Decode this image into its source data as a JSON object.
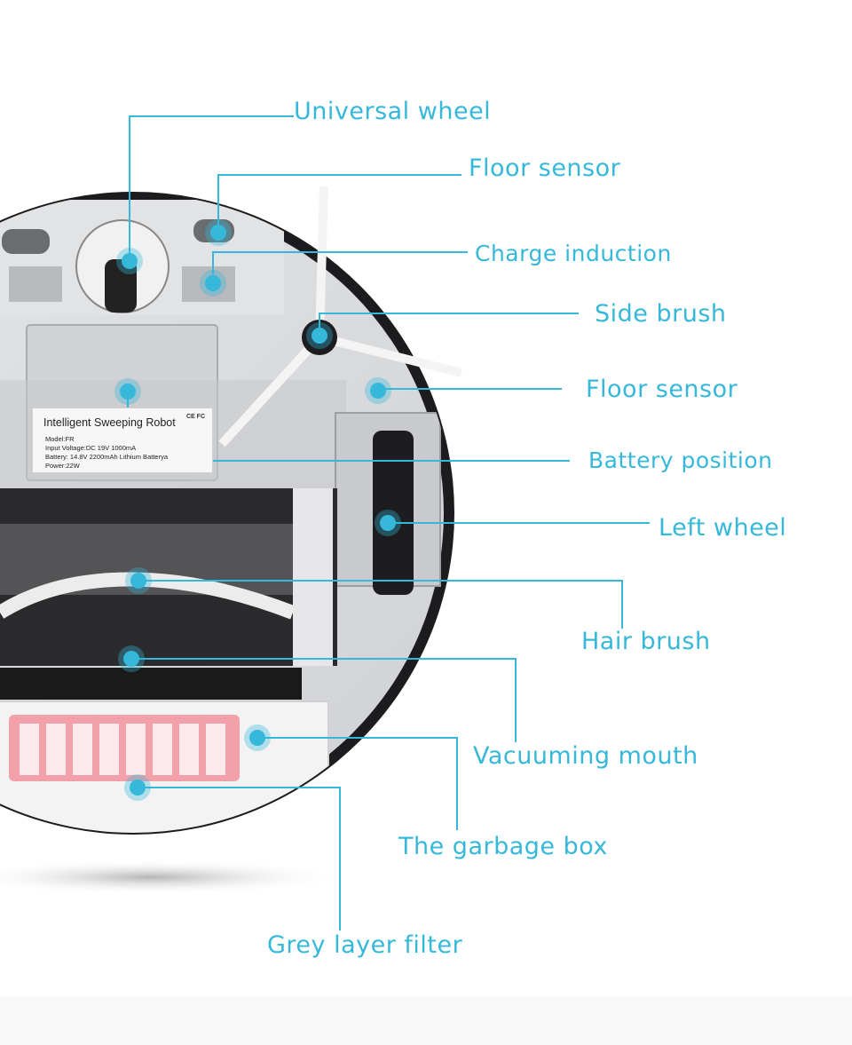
{
  "product": {
    "sticker": {
      "title": "Intelligent Sweeping Robot",
      "cert_marks": "CE FC",
      "lines": [
        "Model:FR",
        "Input Voltage:DC 19V 1000mA",
        "Battery: 14.8V 2200mAh Lithium Batterya",
        "Power:22W"
      ]
    }
  },
  "callouts": [
    {
      "id": "universal-wheel",
      "label": "Universal wheel"
    },
    {
      "id": "floor-sensor-top",
      "label": "Floor sensor"
    },
    {
      "id": "charge-induction",
      "label": "Charge induction"
    },
    {
      "id": "side-brush",
      "label": "Side brush"
    },
    {
      "id": "floor-sensor-right",
      "label": "Floor sensor"
    },
    {
      "id": "battery-position",
      "label": "Battery position"
    },
    {
      "id": "left-wheel",
      "label": "Left wheel"
    },
    {
      "id": "hair-brush",
      "label": "Hair brush"
    },
    {
      "id": "vacuuming-mouth",
      "label": "Vacuuming mouth"
    },
    {
      "id": "garbage-box",
      "label": "The garbage box"
    },
    {
      "id": "grey-layer-filter",
      "label": "Grey layer filter"
    }
  ],
  "colors": {
    "accent": "#35b8da",
    "body": "#d9dadc",
    "filter": "#f2a1aa"
  }
}
